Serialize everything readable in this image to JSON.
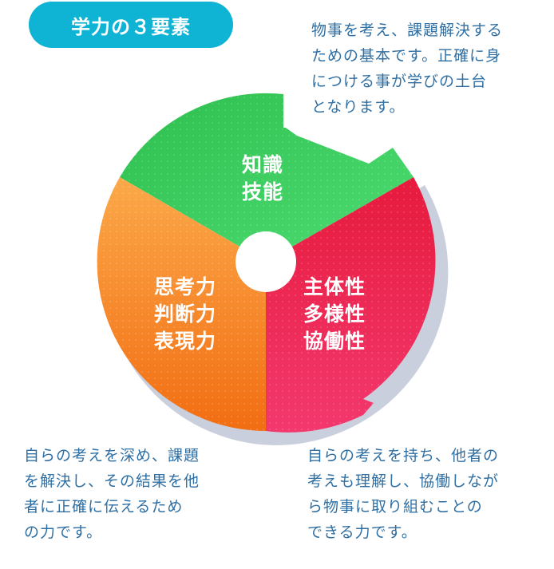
{
  "title": "学力の３要素",
  "segments": {
    "knowledge": {
      "label": "知識\n技能",
      "description": "物事を考え、課題解決する\nための基本です。正確に身\nにつける事が学びの土台\nとなります。",
      "color": "#3fcf62"
    },
    "thinking": {
      "label": "思考力\n判断力\n表現力",
      "description": "自らの考えを深め、課題\nを解決し、その結果を他\n者に正確に伝えるため\nの力です。",
      "color": "#f7922e"
    },
    "attitude": {
      "label": "主体性\n多様性\n協働性",
      "description": "自らの考えを持ち、他者の\n考えも理解し、協働しなが\nら物事に取り組むことの\nできる力です。",
      "color": "#ea2452"
    }
  },
  "colors": {
    "title_bg": "#0fb3d4",
    "description_text": "#2f6fa3",
    "shadow": "#c9cfdc"
  }
}
